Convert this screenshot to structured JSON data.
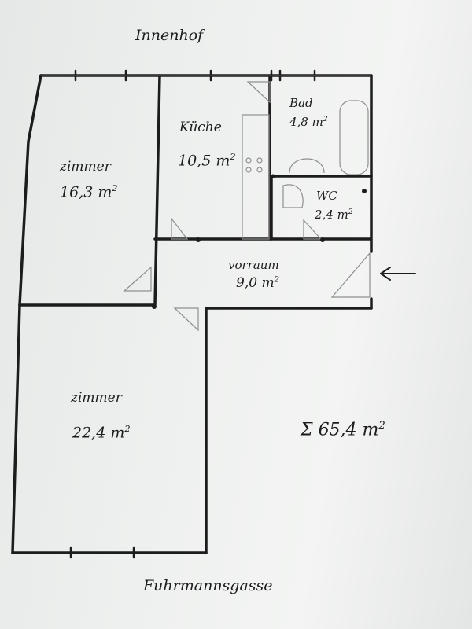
{
  "street_top": "Innenhof",
  "street_bottom": "Fuhrmannsgasse",
  "rooms": [
    {
      "id": "zimmer-top",
      "name": "zimmer",
      "area": "16,3 m",
      "unit_sup": "2"
    },
    {
      "id": "kueche",
      "name": "Küche",
      "area": "10,5 m",
      "unit_sup": "2"
    },
    {
      "id": "bad",
      "name": "Bad",
      "area": "4,8 m",
      "unit_sup": "2"
    },
    {
      "id": "wc",
      "name": "WC",
      "area": "2,4 m",
      "unit_sup": "2"
    },
    {
      "id": "vorraum",
      "name": "vorraum",
      "area": "9,0 m",
      "unit_sup": "2"
    },
    {
      "id": "zimmer-bottom",
      "name": "zimmer",
      "area": "22,4 m",
      "unit_sup": "2"
    }
  ],
  "total": {
    "symbol": "Σ",
    "area": "65,4 m",
    "unit_sup": "2"
  },
  "colors": {
    "ink": "#1c1c1c",
    "pencil": "#9a9a9a",
    "paper": "#eef0ef"
  }
}
